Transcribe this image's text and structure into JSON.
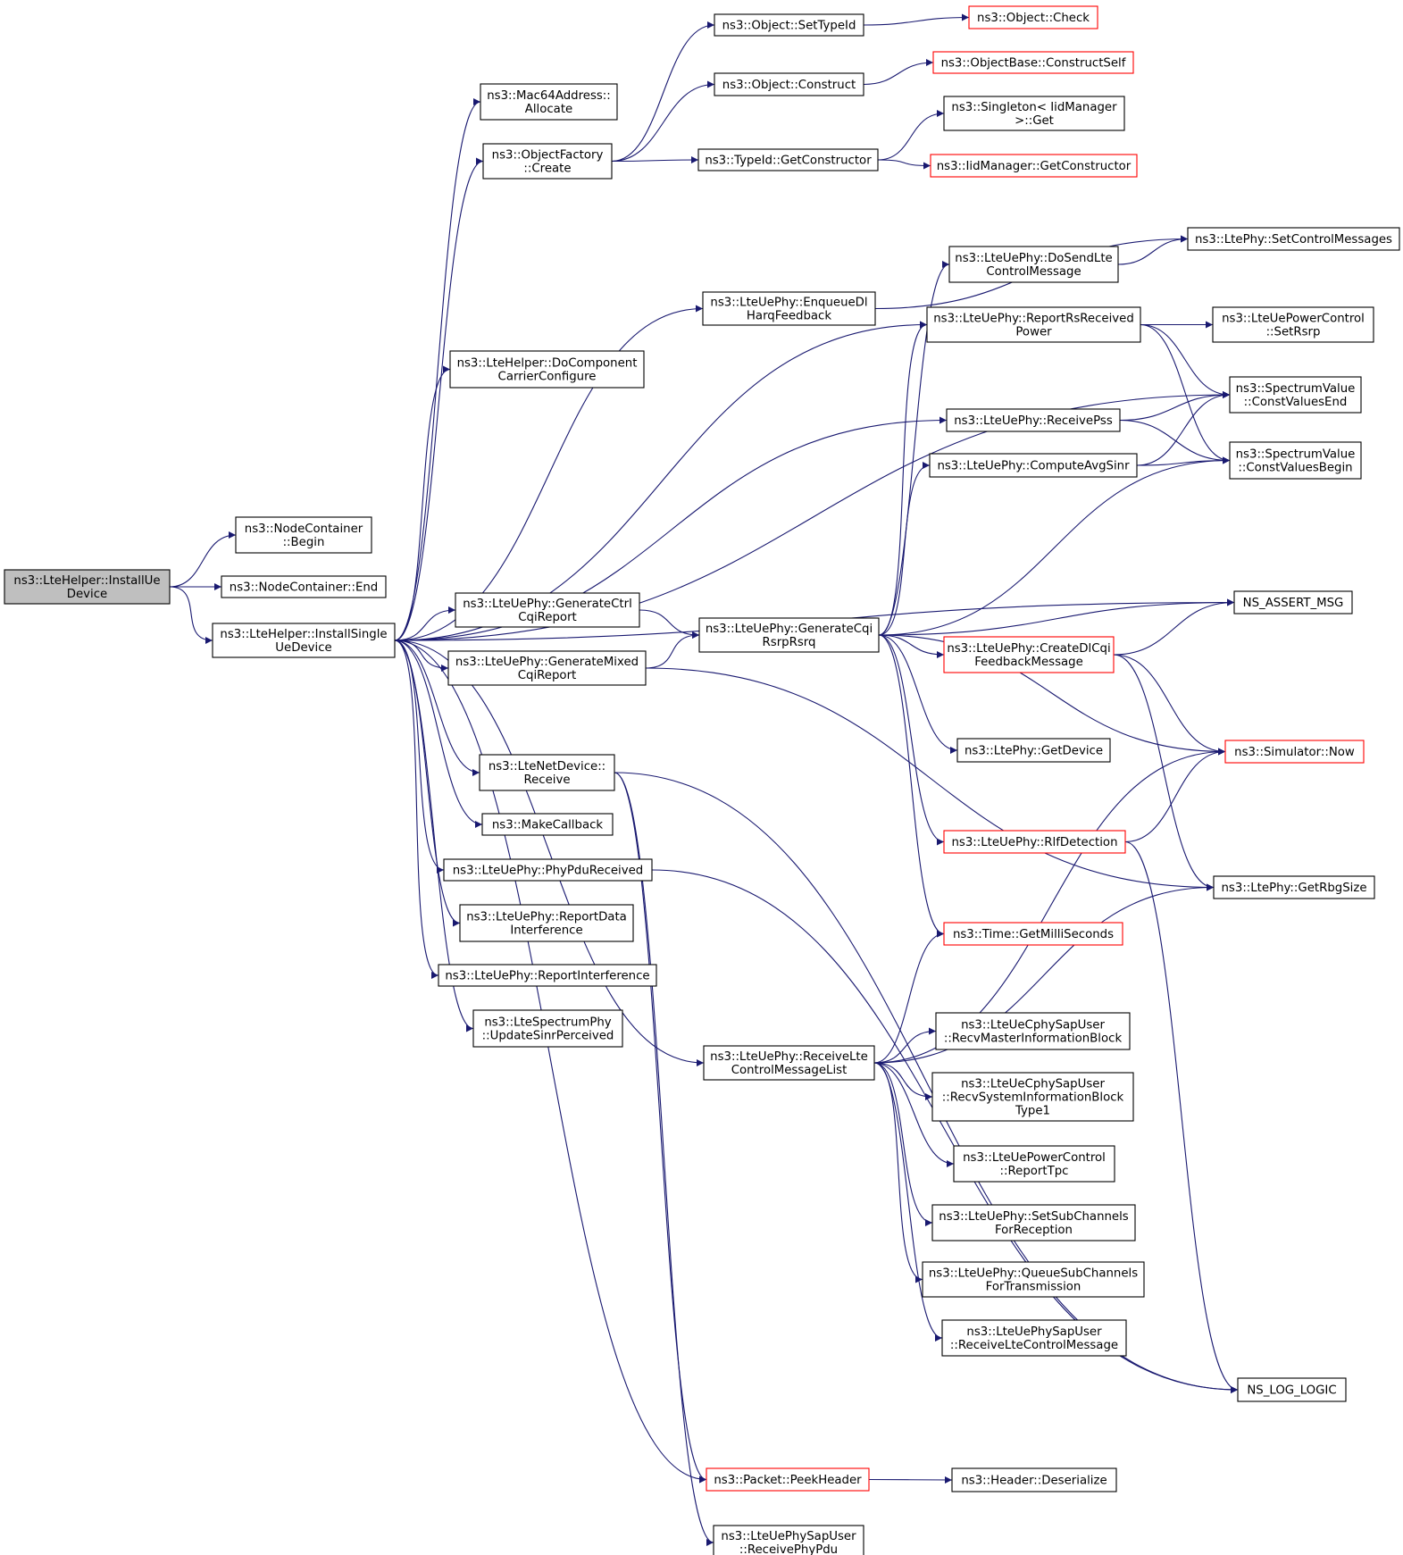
{
  "nodes": [
    {
      "id": "root",
      "lines": [
        "ns3::LteHelper::InstallUe",
        "Device"
      ],
      "kind": "root"
    },
    {
      "id": "ncbegin",
      "lines": [
        "ns3::NodeContainer",
        "::Begin"
      ]
    },
    {
      "id": "ncend",
      "lines": [
        "ns3::NodeContainer::End"
      ]
    },
    {
      "id": "isud",
      "lines": [
        "ns3::LteHelper::InstallSingle",
        "UeDevice"
      ]
    },
    {
      "id": "macalloc",
      "lines": [
        "ns3::Mac64Address::",
        "Allocate"
      ]
    },
    {
      "id": "ofcreate",
      "lines": [
        "ns3::ObjectFactory",
        "::Create"
      ]
    },
    {
      "id": "dccc",
      "lines": [
        "ns3::LteHelper::DoComponent",
        "CarrierConfigure"
      ]
    },
    {
      "id": "genctrl",
      "lines": [
        "ns3::LteUePhy::GenerateCtrl",
        "CqiReport"
      ]
    },
    {
      "id": "genmixed",
      "lines": [
        "ns3::LteUePhy::GenerateMixed",
        "CqiReport"
      ]
    },
    {
      "id": "netrecv",
      "lines": [
        "ns3::LteNetDevice::",
        "Receive"
      ]
    },
    {
      "id": "makecb",
      "lines": [
        "ns3::MakeCallback"
      ]
    },
    {
      "id": "phypdu",
      "lines": [
        "ns3::LteUePhy::PhyPduReceived"
      ]
    },
    {
      "id": "repdataint",
      "lines": [
        "ns3::LteUePhy::ReportData",
        "Interference"
      ]
    },
    {
      "id": "repint",
      "lines": [
        "ns3::LteUePhy::ReportInterference"
      ]
    },
    {
      "id": "updsinr",
      "lines": [
        "ns3::LteSpectrumPhy",
        "::UpdateSinrPerceived"
      ]
    },
    {
      "id": "settypeid",
      "lines": [
        "ns3::Object::SetTypeId"
      ]
    },
    {
      "id": "objconstruct",
      "lines": [
        "ns3::Object::Construct"
      ]
    },
    {
      "id": "getctor",
      "lines": [
        "ns3::TypeId::GetConstructor"
      ]
    },
    {
      "id": "enqharq",
      "lines": [
        "ns3::LteUePhy::EnqueueDl",
        "HarqFeedback"
      ]
    },
    {
      "id": "gencqi",
      "lines": [
        "ns3::LteUePhy::GenerateCqi",
        "RsrpRsrq"
      ]
    },
    {
      "id": "recvlte",
      "lines": [
        "ns3::LteUePhy::ReceiveLte",
        "ControlMessageList"
      ]
    },
    {
      "id": "peekhdr",
      "lines": [
        "ns3::Packet::PeekHeader"
      ],
      "kind": "trunc"
    },
    {
      "id": "recvphypdu",
      "lines": [
        "ns3::LteUePhySapUser",
        "::ReceivePhyPdu"
      ]
    },
    {
      "id": "objcheck",
      "lines": [
        "ns3::Object::Check"
      ],
      "kind": "trunc"
    },
    {
      "id": "constructself",
      "lines": [
        "ns3::ObjectBase::ConstructSelf"
      ],
      "kind": "trunc"
    },
    {
      "id": "singleton",
      "lines": [
        "ns3::Singleton< IidManager",
        ">::Get"
      ]
    },
    {
      "id": "iidgetctor",
      "lines": [
        "ns3::IidManager::GetConstructor"
      ],
      "kind": "trunc"
    },
    {
      "id": "dosend",
      "lines": [
        "ns3::LteUePhy::DoSendLte",
        "ControlMessage"
      ]
    },
    {
      "id": "reprsrp",
      "lines": [
        "ns3::LteUePhy::ReportRsReceived",
        "Power"
      ]
    },
    {
      "id": "recvpss",
      "lines": [
        "ns3::LteUePhy::ReceivePss"
      ]
    },
    {
      "id": "avgsinr",
      "lines": [
        "ns3::LteUePhy::ComputeAvgSinr"
      ]
    },
    {
      "id": "createcqi",
      "lines": [
        "ns3::LteUePhy::CreateDlCqi",
        "FeedbackMessage"
      ],
      "kind": "trunc"
    },
    {
      "id": "getdevice",
      "lines": [
        "ns3::LtePhy::GetDevice"
      ]
    },
    {
      "id": "rlf",
      "lines": [
        "ns3::LteUePhy::RlfDetection"
      ],
      "kind": "trunc"
    },
    {
      "id": "getms",
      "lines": [
        "ns3::Time::GetMilliSeconds"
      ],
      "kind": "trunc"
    },
    {
      "id": "recvmib",
      "lines": [
        "ns3::LteUeCphySapUser",
        "::RecvMasterInformationBlock"
      ]
    },
    {
      "id": "recvsib",
      "lines": [
        "ns3::LteUeCphySapUser",
        "::RecvSystemInformationBlock",
        "Type1"
      ]
    },
    {
      "id": "reptpc",
      "lines": [
        "ns3::LteUePowerControl",
        "::ReportTpc"
      ]
    },
    {
      "id": "setsubch",
      "lines": [
        "ns3::LteUePhy::SetSubChannels",
        "ForReception"
      ]
    },
    {
      "id": "queuesubch",
      "lines": [
        "ns3::LteUePhy::QueueSubChannels",
        "ForTransmission"
      ]
    },
    {
      "id": "recvltecm",
      "lines": [
        "ns3::LteUePhySapUser",
        "::ReceiveLteControlMessage"
      ]
    },
    {
      "id": "deserialize",
      "lines": [
        "ns3::Header::Deserialize"
      ]
    },
    {
      "id": "setctrl",
      "lines": [
        "ns3::LtePhy::SetControlMessages"
      ]
    },
    {
      "id": "setrsrp",
      "lines": [
        "ns3::LteUePowerControl",
        "::SetRsrp"
      ]
    },
    {
      "id": "cvend",
      "lines": [
        "ns3::SpectrumValue",
        "::ConstValuesEnd"
      ]
    },
    {
      "id": "cvbegin",
      "lines": [
        "ns3::SpectrumValue",
        "::ConstValuesBegin"
      ]
    },
    {
      "id": "assertmsg",
      "lines": [
        "NS_ASSERT_MSG"
      ]
    },
    {
      "id": "simnow",
      "lines": [
        "ns3::Simulator::Now"
      ],
      "kind": "trunc"
    },
    {
      "id": "rbgsize",
      "lines": [
        "ns3::LtePhy::GetRbgSize"
      ]
    },
    {
      "id": "loglogic",
      "lines": [
        "NS_LOG_LOGIC"
      ]
    }
  ],
  "edges": [
    [
      "root",
      "ncbegin"
    ],
    [
      "root",
      "ncend"
    ],
    [
      "root",
      "isud"
    ],
    [
      "isud",
      "macalloc"
    ],
    [
      "isud",
      "ofcreate"
    ],
    [
      "isud",
      "dccc"
    ],
    [
      "isud",
      "genctrl"
    ],
    [
      "isud",
      "genmixed"
    ],
    [
      "isud",
      "netrecv"
    ],
    [
      "isud",
      "makecb"
    ],
    [
      "isud",
      "phypdu"
    ],
    [
      "isud",
      "repdataint"
    ],
    [
      "isud",
      "repint"
    ],
    [
      "isud",
      "updsinr"
    ],
    [
      "isud",
      "enqharq"
    ],
    [
      "isud",
      "reprsrp"
    ],
    [
      "isud",
      "recvpss"
    ],
    [
      "isud",
      "cvend"
    ],
    [
      "isud",
      "assertmsg"
    ],
    [
      "isud",
      "recvlte"
    ],
    [
      "isud",
      "peekhdr"
    ],
    [
      "ofcreate",
      "settypeid"
    ],
    [
      "ofcreate",
      "objconstruct"
    ],
    [
      "ofcreate",
      "getctor"
    ],
    [
      "settypeid",
      "objcheck"
    ],
    [
      "objconstruct",
      "constructself"
    ],
    [
      "getctor",
      "singleton"
    ],
    [
      "getctor",
      "iidgetctor"
    ],
    [
      "enqharq",
      "setctrl"
    ],
    [
      "dosend",
      "setctrl"
    ],
    [
      "genctrl",
      "gencqi"
    ],
    [
      "genmixed",
      "gencqi"
    ],
    [
      "genmixed",
      "rbgsize"
    ],
    [
      "gencqi",
      "dosend"
    ],
    [
      "gencqi",
      "reprsrp"
    ],
    [
      "gencqi",
      "avgsinr"
    ],
    [
      "gencqi",
      "cvbegin"
    ],
    [
      "gencqi",
      "assertmsg"
    ],
    [
      "gencqi",
      "createcqi"
    ],
    [
      "gencqi",
      "getdevice"
    ],
    [
      "gencqi",
      "simnow"
    ],
    [
      "gencqi",
      "rlf"
    ],
    [
      "gencqi",
      "getms"
    ],
    [
      "reprsrp",
      "setrsrp"
    ],
    [
      "reprsrp",
      "cvend"
    ],
    [
      "reprsrp",
      "cvbegin"
    ],
    [
      "recvpss",
      "cvend"
    ],
    [
      "recvpss",
      "cvbegin"
    ],
    [
      "avgsinr",
      "cvend"
    ],
    [
      "avgsinr",
      "cvbegin"
    ],
    [
      "createcqi",
      "assertmsg"
    ],
    [
      "createcqi",
      "simnow"
    ],
    [
      "createcqi",
      "rbgsize"
    ],
    [
      "rlf",
      "simnow"
    ],
    [
      "rlf",
      "loglogic"
    ],
    [
      "recvlte",
      "getms"
    ],
    [
      "recvlte",
      "rbgsize"
    ],
    [
      "recvlte",
      "simnow"
    ],
    [
      "recvlte",
      "recvmib"
    ],
    [
      "recvlte",
      "recvsib"
    ],
    [
      "recvlte",
      "reptpc"
    ],
    [
      "recvlte",
      "setsubch"
    ],
    [
      "recvlte",
      "queuesubch"
    ],
    [
      "recvlte",
      "recvltecm"
    ],
    [
      "netrecv",
      "loglogic"
    ],
    [
      "netrecv",
      "peekhdr"
    ],
    [
      "netrecv",
      "recvphypdu"
    ],
    [
      "phypdu",
      "loglogic"
    ],
    [
      "peekhdr",
      "deserialize"
    ]
  ],
  "colors": {
    "edge": "#191970",
    "node_border": "#000000",
    "truncated_border": "#ff0000",
    "root_fill": "#bfbfbf"
  }
}
